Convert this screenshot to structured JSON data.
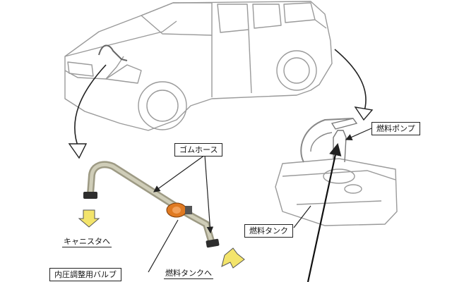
{
  "labels": {
    "rubber_hose": "ゴムホース",
    "fuel_pump": "燃料ポンプ",
    "to_canister": "キャニスタへ",
    "fuel_tank": "燃料タンク",
    "pressure_valve": "内圧調整用バルブ",
    "to_fuel_tank": "燃料タンクへ"
  },
  "colors": {
    "line": "#9a9a9a",
    "dark": "#222222",
    "arrow_fill": "#f3e46b",
    "hose": "#b9b6a2",
    "valve": "#e07a22",
    "clamp": "#2d2d2d"
  }
}
